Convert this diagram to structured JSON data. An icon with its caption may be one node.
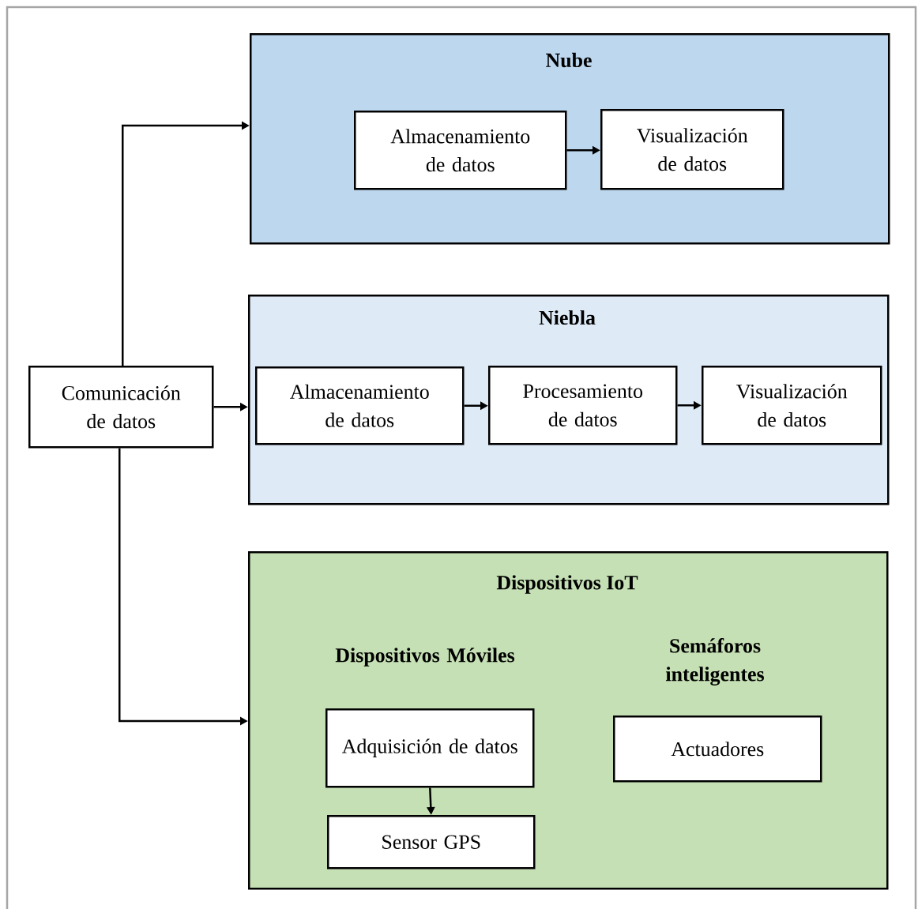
{
  "diagram": {
    "nodes": [
      {
        "text": [
          "Comunicación de datos"
        ]
      },
      {
        "text": [
          "Nube"
        ]
      },
      {
        "text": [
          "Almacenamiento de datos"
        ],
        "in": 1
      },
      {
        "text": [
          "Visualización de datos"
        ],
        "in": 1
      },
      {
        "text": [
          "Niebla"
        ]
      },
      {
        "text": [
          "Almacenamiento de datos"
        ],
        "in": 4
      },
      {
        "text": [
          "Procesamiento de datos"
        ],
        "in": 4
      },
      {
        "text": [
          "Visualización de datos"
        ],
        "in": 4
      },
      {
        "text": [
          "Dispositivos IoT"
        ]
      },
      {
        "text": [
          "Adquisición de datos"
        ],
        "in": 8
      },
      {
        "text": [
          "Sensor GPS"
        ],
        "in": 8
      },
      {
        "text": [
          "Actuadores"
        ],
        "in": 8
      }
    ],
    "edges": [
      {
        "from": 0,
        "to": 1,
        "arrow": "to"
      },
      {
        "from": 0,
        "to": 4,
        "arrow": "to"
      },
      {
        "from": 0,
        "to": 8,
        "arrow": "to"
      },
      {
        "from": 2,
        "to": 3,
        "arrow": "to"
      },
      {
        "from": 5,
        "to": 6,
        "arrow": "to"
      },
      {
        "from": 6,
        "to": 7,
        "arrow": "to"
      },
      {
        "from": 9,
        "to": 10,
        "arrow": "to"
      }
    ],
    "labels": [
      "Dispositivos Móviles",
      "Semáforos inteligentes"
    ]
  }
}
